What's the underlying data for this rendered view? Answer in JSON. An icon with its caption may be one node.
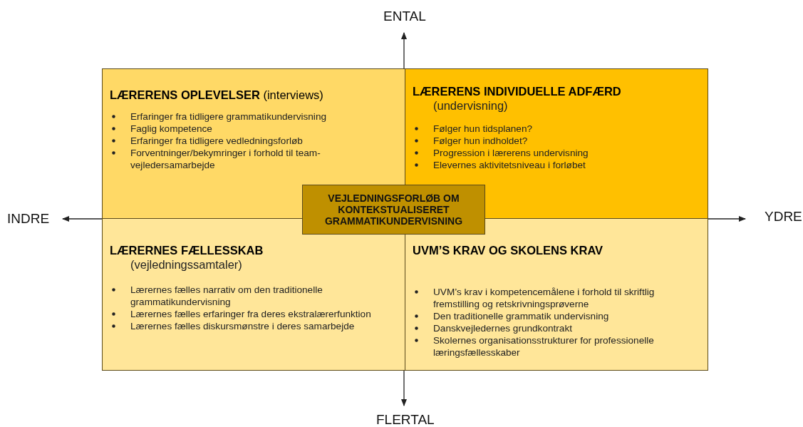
{
  "diagram": {
    "nodes": [
      {
        "text": [
          "**LÆRERENS OPLEVELSER** (interviews)",
          "Erfaringer fra tidligere grammatikundervisning",
          "Faglig kompetence",
          "Erfaringer fra tidligere vedledningsforløb",
          "Forventninger/bekymringer i forhold til team-vejledersamarbejde"
        ]
      },
      {
        "text": [
          "LÆRERENS INDIVIDUELLE ADFÆRD",
          "(undervisning)",
          "Følger hun tidsplanen?",
          "Følger hun indholdet?",
          "Progression i lærerens undervisning",
          "Elevernes aktivitetsniveau i forløbet"
        ]
      },
      {
        "text": [
          "LÆRERNES FÆLLESSKAB",
          "(vejledningssamtaler)",
          "Lærernes fælles narrativ om den traditionelle grammatikundervisning",
          "Lærernes fælles erfaringer fra deres ekstralærerfunktion",
          "Lærernes fælles diskursmønstre i deres samarbejde"
        ]
      },
      {
        "text": [
          "UVM’S KRAV OG SKOLENS KRAV",
          "UVM’s krav i kompetencemålene i forhold til skriftlig fremstilling og retskrivningsprøverne",
          "Den traditionelle grammatik undervisning",
          "Danskvejledernes grundkontrakt",
          "Skolernes organisationsstrukturer for professionelle læringsfællesskaber"
        ]
      },
      {
        "text": [
          "VEJLEDNINGSFORLØB OM KONTEKSTUALISERET GRAMMATIKUNDERVISNING"
        ]
      }
    ],
    "labels": [
      "ENTAL",
      "INDRE",
      "YDRE",
      "FLERTAL"
    ]
  }
}
